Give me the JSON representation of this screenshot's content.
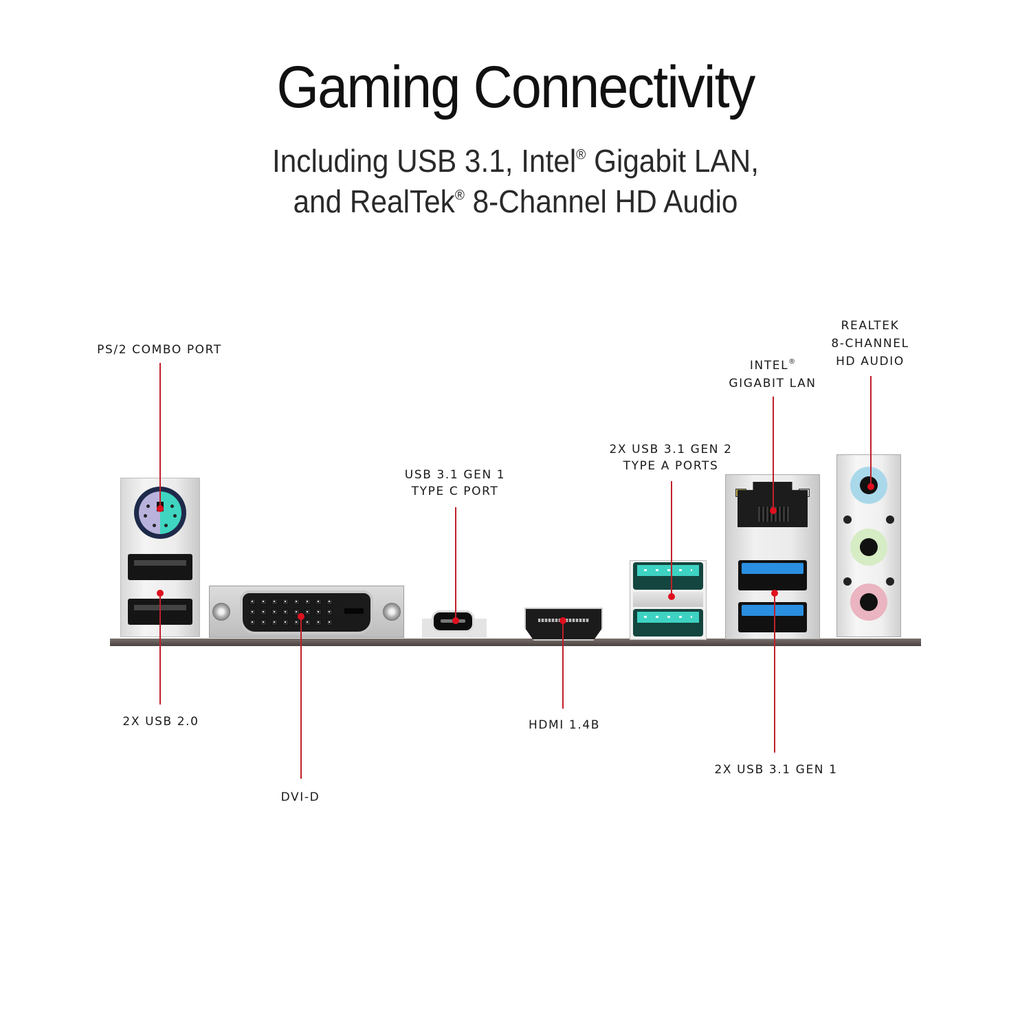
{
  "header": {
    "title": "Gaming Connectivity",
    "subtitle_line1_a": "Including USB 3.1, Intel",
    "subtitle_line1_b": " Gigabit LAN,",
    "subtitle_line2_a": "and RealTek",
    "subtitle_line2_b": " 8-Channel HD Audio",
    "registered_mark": "®"
  },
  "colors": {
    "leader_line": "#c0202a",
    "leader_dot": "#e0101e",
    "usb31_gen1_blue": "#2a8fe0",
    "usb31_gen2_teal": "#3ed2c2",
    "ps2_keyboard_purple": "#b9b2dd",
    "ps2_mouse_green": "#3fd5c0",
    "audio_line_in_blue": "#a9d8ea",
    "audio_line_out_green": "#d6ecc4",
    "audio_mic_pink": "#eab4c0"
  },
  "callouts": {
    "ps2": {
      "label": "PS/2 COMBO PORT"
    },
    "usb20": {
      "label": "2X USB 2.0"
    },
    "dvi": {
      "label": "DVI-D"
    },
    "usbc": {
      "line1": "USB 3.1 GEN 1",
      "line2": "TYPE C PORT"
    },
    "hdmi": {
      "label": "HDMI 1.4B"
    },
    "usb_gen2": {
      "line1": "2X USB 3.1 GEN 2",
      "line2": "TYPE A PORTS"
    },
    "lan": {
      "line1": "INTEL",
      "line2": "GIGABIT LAN"
    },
    "usb_gen1": {
      "label": "2X USB 3.1 GEN 1"
    },
    "audio": {
      "line1": "REALTEK",
      "line2": "8-CHANNEL",
      "line3": "HD AUDIO"
    }
  },
  "ports": [
    {
      "id": "ps2",
      "name": "PS/2 combo port"
    },
    {
      "id": "usb20",
      "name": "USB 2.0",
      "count": 2
    },
    {
      "id": "dvi",
      "name": "DVI-D"
    },
    {
      "id": "usbc",
      "name": "USB 3.1 Gen 1 Type-C",
      "count": 1
    },
    {
      "id": "hdmi",
      "name": "HDMI 1.4b"
    },
    {
      "id": "usb_gen2",
      "name": "USB 3.1 Gen 2 Type-A",
      "count": 2
    },
    {
      "id": "lan",
      "name": "Intel Gigabit LAN"
    },
    {
      "id": "usb_gen1",
      "name": "USB 3.1 Gen 1 Type-A",
      "count": 2
    },
    {
      "id": "audio",
      "name": "Realtek 8-channel HD audio",
      "jacks": 3
    }
  ]
}
